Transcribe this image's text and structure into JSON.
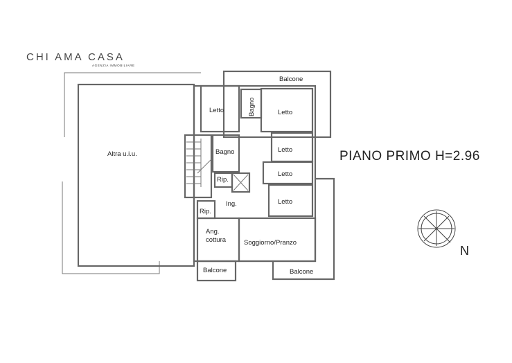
{
  "logo": {
    "name": "CHI AMA CASA",
    "subtitle": "AGENZIA IMMOBILIARE"
  },
  "title": "PIANO PRIMO H=2.96",
  "north": "N",
  "rooms": {
    "altra": "Altra u.i.u.",
    "balcone_top": "Balcone",
    "letto_1": "Letto",
    "bagno_small": "Bagno",
    "letto_2": "Letto",
    "bagno": "Bagno",
    "letto_3": "Letto",
    "letto_4": "Letto",
    "letto_5": "Letto",
    "rip_1": "Rip.",
    "ing": "Ing.",
    "rip_2": "Rip.",
    "ang_1": "Ang.",
    "ang_2": "cottura",
    "soggiorno": "Soggiorno/Pranzo",
    "balcone_bl": "Balcone",
    "balcone_br": "Balcone"
  }
}
